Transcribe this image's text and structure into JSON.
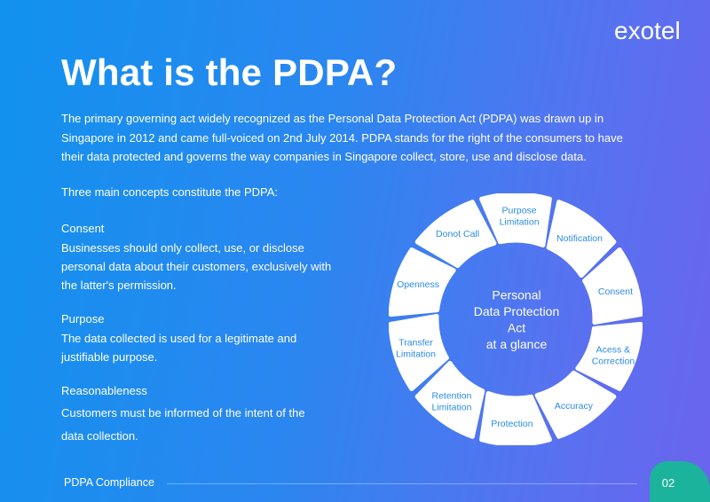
{
  "brand": {
    "logo_text": "exotel"
  },
  "title": "What is the PDPA?",
  "intro_lines": [
    "The primary governing act widely recognized as the Personal Data Protection Act (PDPA) was drawn up in",
    "Singapore in 2012 and came full-voiced on 2nd July 2014. PDPA stands for the right of the consumers to have",
    "their data protected and governs the way companies in Singapore collect, store, use and disclose data."
  ],
  "concepts_lead": "Three main concepts constitute the PDPA:",
  "concepts": [
    {
      "heading": "Consent",
      "lines": [
        "Businesses should only collect, use, or disclose",
        "personal data about their customers, exclusively with",
        "the latter's permission."
      ]
    },
    {
      "heading": "Purpose",
      "lines": [
        "The data collected is used for a legitimate and",
        "justifiable purpose."
      ]
    },
    {
      "heading": "Reasonableness",
      "lines": [
        "Customers must be informed of the intent of the",
        "data collection."
      ]
    }
  ],
  "diagram": {
    "center_lines": [
      "Personal",
      "Data Protection",
      "Act",
      "at a glance"
    ],
    "segments": [
      {
        "lines": [
          "Purpose",
          "Limitation"
        ]
      },
      {
        "lines": [
          "Notification"
        ]
      },
      {
        "lines": [
          "Consent"
        ]
      },
      {
        "lines": [
          "Acess &",
          "Correction"
        ]
      },
      {
        "lines": [
          "Accuracy"
        ]
      },
      {
        "lines": [
          "Protection"
        ]
      },
      {
        "lines": [
          "Retention",
          "Limitation"
        ]
      },
      {
        "lines": [
          "Transfer",
          "Limitation"
        ]
      },
      {
        "lines": [
          "Openness"
        ]
      },
      {
        "lines": [
          "Donot Call"
        ]
      }
    ],
    "colors": {
      "segment_fill": "#ffffff",
      "segment_text": "#2a8be6",
      "center_text": "#ffffff"
    }
  },
  "footer": {
    "label": "PDPA Compliance",
    "page_number": "02"
  },
  "colors": {
    "page_tab": "#1cb39c",
    "text": "#ffffff"
  }
}
